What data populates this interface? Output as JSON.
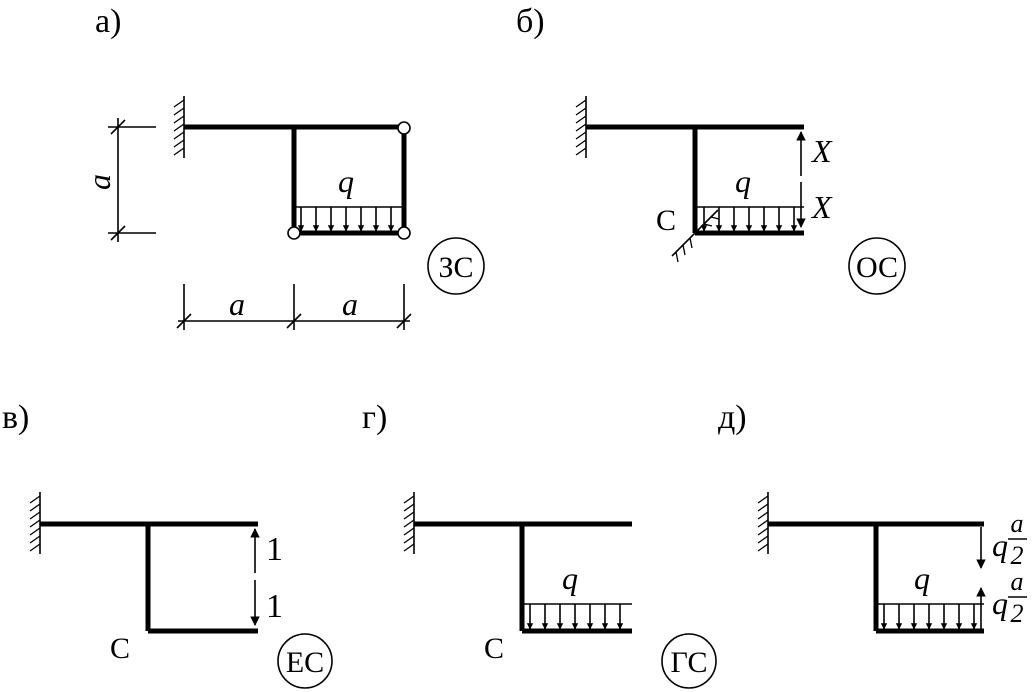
{
  "panels": {
    "a": {
      "label": "а)",
      "load": "q",
      "dim_h": "a",
      "dim_1": "a",
      "dim_2": "a",
      "system": "ЗС"
    },
    "b": {
      "label": "б)",
      "load": "q",
      "force_top": "X",
      "force_bottom": "X",
      "support": "С",
      "system": "ОС"
    },
    "v": {
      "label": "в)",
      "force_top": "1",
      "force_bottom": "1",
      "support": "С",
      "system": "ЕС"
    },
    "g": {
      "label": "г)",
      "load": "q",
      "support": "С",
      "system": "ГС"
    },
    "d": {
      "label": "д)",
      "load": "q",
      "force_top_q": "q",
      "force_top_num": "a",
      "force_top_den": "2",
      "force_bottom_q": "q",
      "force_bottom_num": "a",
      "force_bottom_den": "2"
    }
  }
}
